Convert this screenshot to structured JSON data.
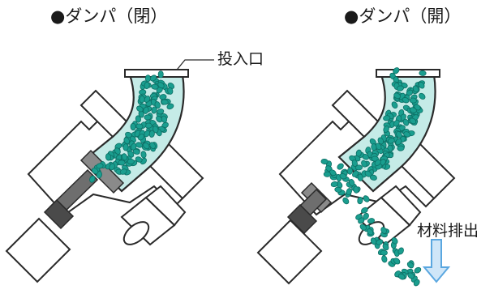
{
  "titles": {
    "closed": "●ダンパ（閉）",
    "open": "●ダンパ（開）"
  },
  "labels": {
    "inlet": "投入口",
    "discharge": "材料排出"
  },
  "colors": {
    "pellet": "#1a9e8f",
    "pellet_stroke": "#0d6e64",
    "chute_fill": "#c5ebe7",
    "arrow": "#5aa7e0",
    "arrow_fill": "#cfe6f8",
    "motor_body": "#ffffff",
    "shaft": "#6e6e6e",
    "line": "#2a2a2a"
  }
}
